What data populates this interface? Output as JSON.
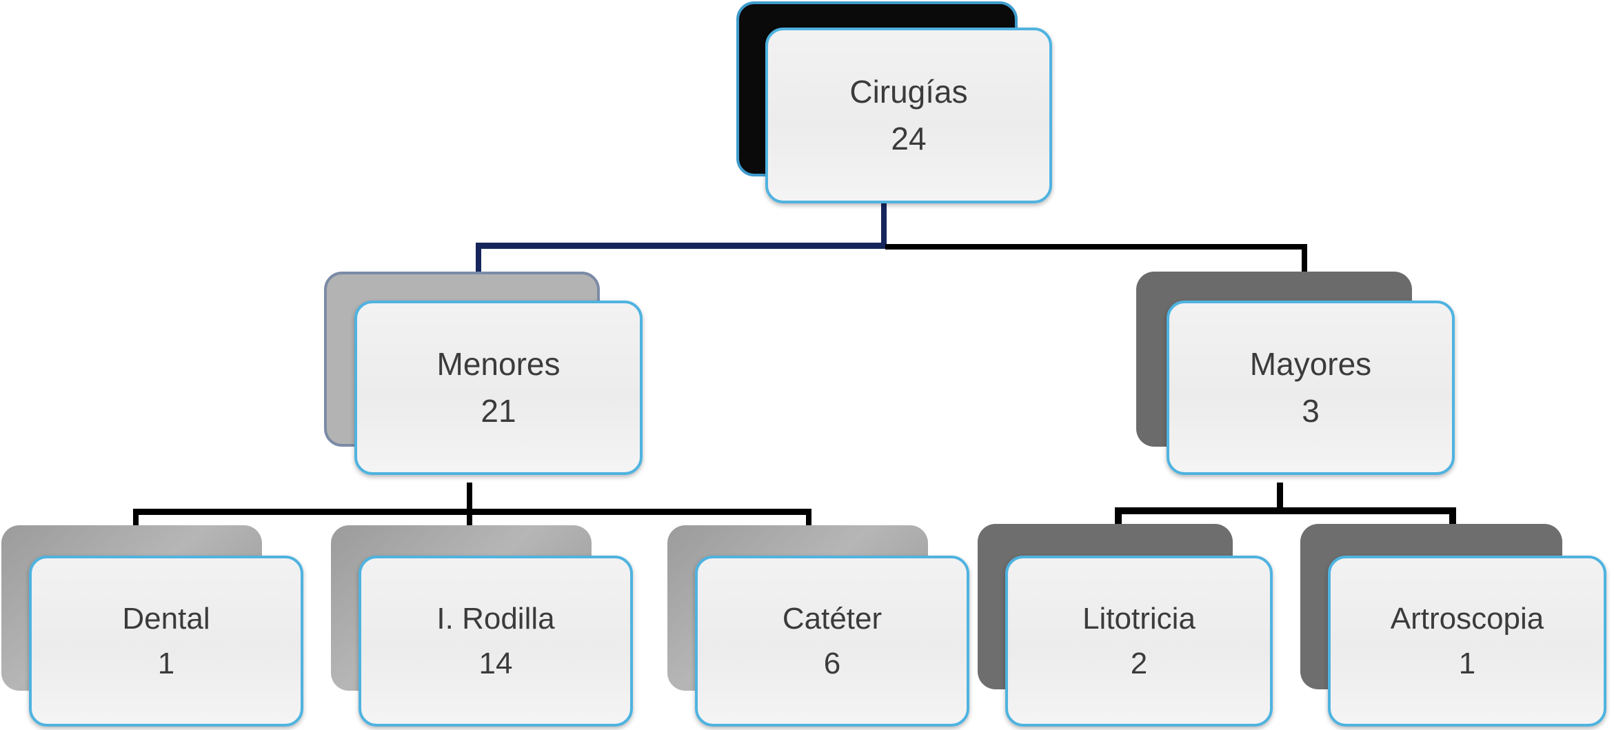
{
  "diagram": {
    "title": "Cirugías",
    "type": "org-tree",
    "background_color": "#ffffff",
    "accent_border_color": "#4fb3e0",
    "text_color": "#3b3b3b",
    "connector_colors": {
      "left_branch": "#16265c",
      "right_branch": "#000000",
      "lower": "#000000"
    }
  },
  "chart_data": {
    "type": "table",
    "title": "Cirugías",
    "root": {
      "label": "Cirugías",
      "value": 24
    },
    "categories": [
      "Cirugías",
      "Menores",
      "Mayores",
      "Dental",
      "I. Rodilla",
      "Catéter",
      "Litotricia",
      "Artroscopia"
    ],
    "values": [
      24,
      21,
      3,
      1,
      14,
      6,
      2,
      1
    ],
    "hierarchy": [
      {
        "label": "Cirugías",
        "value": 24,
        "level": 1,
        "children": [
          {
            "label": "Menores",
            "value": 21,
            "level": 2,
            "children": [
              {
                "label": "Dental",
                "value": 1,
                "level": 3
              },
              {
                "label": "I. Rodilla",
                "value": 14,
                "level": 3
              },
              {
                "label": "Catéter",
                "value": 6,
                "level": 3
              }
            ]
          },
          {
            "label": "Mayores",
            "value": 3,
            "level": 2,
            "children": [
              {
                "label": "Litotricia",
                "value": 2,
                "level": 3
              },
              {
                "label": "Artroscopia",
                "value": 1,
                "level": 3
              }
            ]
          }
        ]
      }
    ]
  },
  "nodes": {
    "root": {
      "label": "Cirugías",
      "value": "24",
      "shadow_color": "#0a0a0a"
    },
    "menores": {
      "label": "Menores",
      "value": "21",
      "shadow_color": "#b3b3b3"
    },
    "mayores": {
      "label": "Mayores",
      "value": "3",
      "shadow_color": "#6b6b6b"
    },
    "dental": {
      "label": "Dental",
      "value": "1",
      "shadow_color": "#9b9b9b"
    },
    "rodilla": {
      "label": "I. Rodilla",
      "value": "14",
      "shadow_color": "#9b9b9b"
    },
    "cateter": {
      "label": "Catéter",
      "value": "6",
      "shadow_color": "#9b9b9b"
    },
    "litotricia": {
      "label": "Litotricia",
      "value": "2",
      "shadow_color": "#6e6e6e"
    },
    "artroscopia": {
      "label": "Artroscopia",
      "value": "1",
      "shadow_color": "#6e6e6e"
    }
  }
}
